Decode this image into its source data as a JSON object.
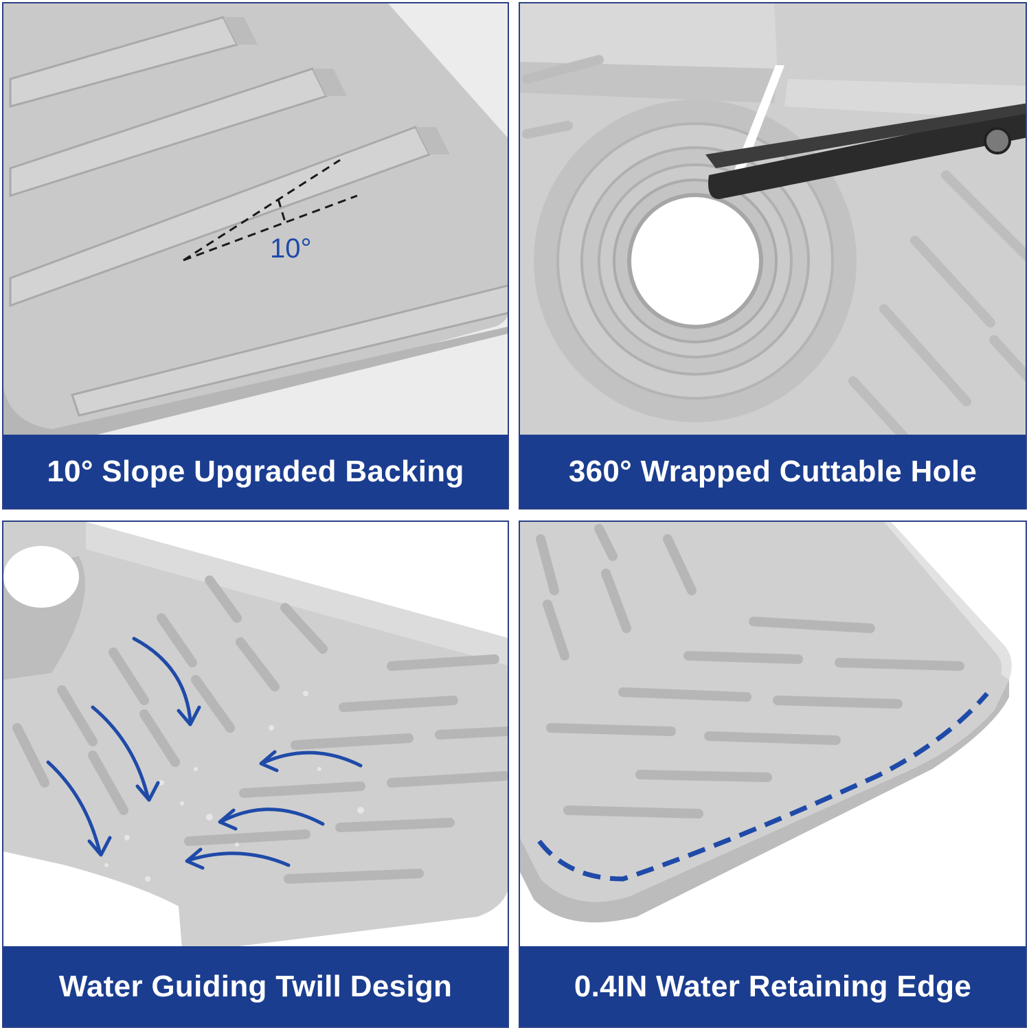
{
  "panels": [
    {
      "caption": "10° Slope Upgraded Backing",
      "annotation": "10°"
    },
    {
      "caption": "360° Wrapped Cuttable Hole"
    },
    {
      "caption": "Water Guiding Twill Design"
    },
    {
      "caption": "0.4IN Water Retaining Edge"
    }
  ],
  "colors": {
    "caption_bar": "#1b3d8f",
    "caption_text": "#ffffff",
    "panel_border": "#2a3f86",
    "mat_gray": "#c9c9c9",
    "arrow_blue": "#1f4aa8"
  },
  "icons": [
    "scissors-icon",
    "water-flow-arrow-icon"
  ]
}
